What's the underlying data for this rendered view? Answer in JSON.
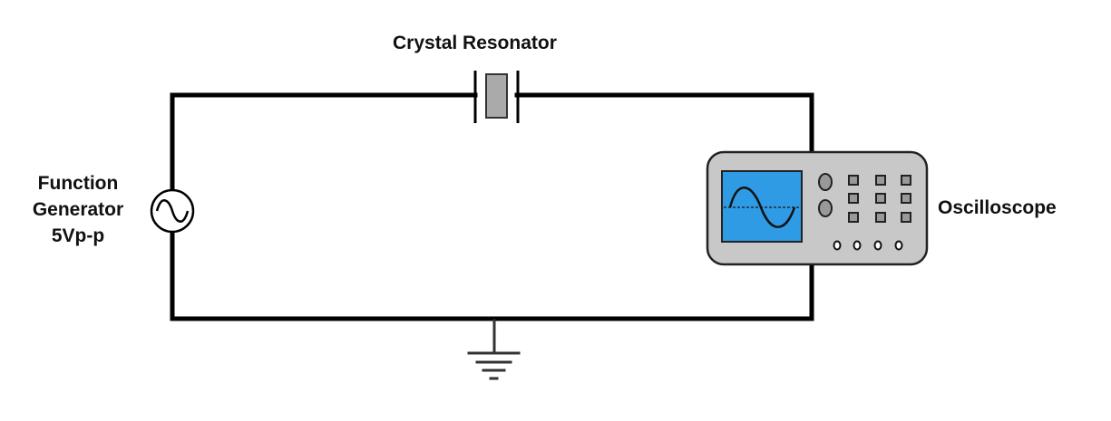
{
  "diagram": {
    "type": "circuit-schematic",
    "components": {
      "crystal": {
        "label": "Crystal Resonator",
        "symbol": "crystal-resonator-icon"
      },
      "function_generator": {
        "label_lines": [
          "Function",
          "Generator",
          "5Vp-p"
        ],
        "symbol": "ac-source-icon"
      },
      "oscilloscope": {
        "label": "Oscilloscope",
        "symbol": "oscilloscope-icon"
      },
      "ground": {
        "symbol": "ground-icon"
      }
    },
    "connections": [
      [
        "function_generator",
        "crystal"
      ],
      [
        "crystal",
        "oscilloscope"
      ],
      [
        "oscilloscope",
        "ground"
      ],
      [
        "ground",
        "function_generator"
      ]
    ],
    "colors": {
      "wire": "#000000",
      "crystal_fill": "#aaaaaa",
      "scope_body": "#c8c8c8",
      "scope_screen": "#2f9be4",
      "button_fill": "#999999"
    }
  }
}
